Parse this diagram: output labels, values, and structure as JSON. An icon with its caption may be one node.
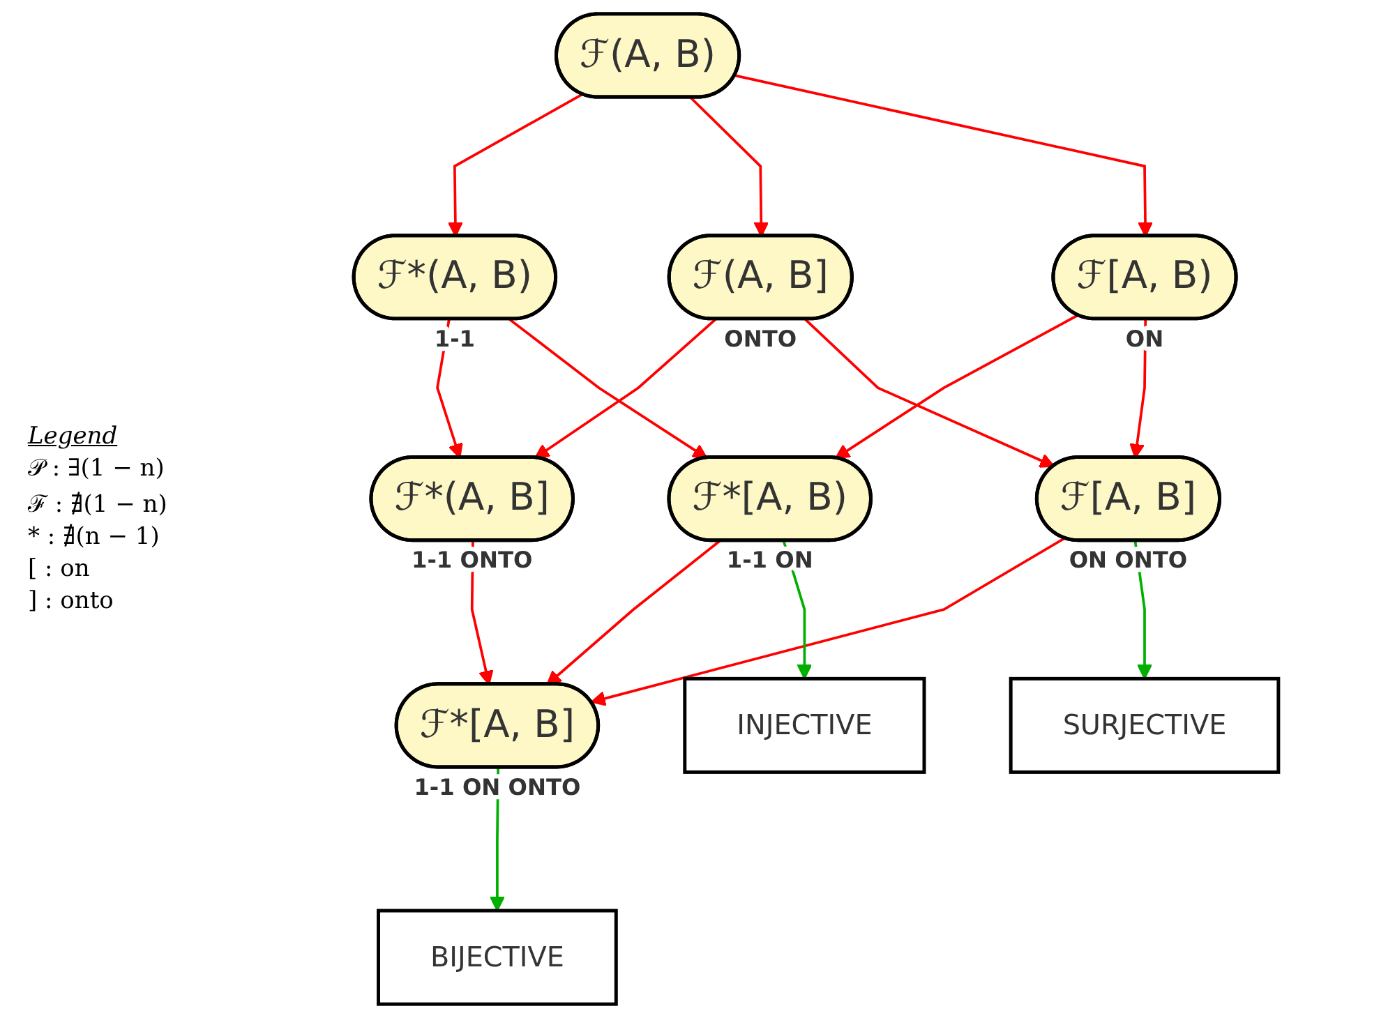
{
  "diagram": {
    "nodes": [
      {
        "text": [
          "ℱ(A, B)"
        ]
      },
      {
        "text": [
          "ℱ*(A, B)"
        ],
        "beside": [
          "1-1"
        ]
      },
      {
        "text": [
          "ℱ(A, B]"
        ],
        "beside": [
          "ONTO"
        ]
      },
      {
        "text": [
          "ℱ[A, B)"
        ],
        "beside": [
          "ON"
        ]
      },
      {
        "text": [
          "ℱ*(A, B]"
        ],
        "beside": [
          "1-1 ONTO"
        ]
      },
      {
        "text": [
          "ℱ*[A, B)"
        ],
        "beside": [
          "1-1 ON"
        ]
      },
      {
        "text": [
          "ℱ[A, B]"
        ],
        "beside": [
          "ON ONTO"
        ]
      },
      {
        "text": [
          "ℱ*[A, B]"
        ],
        "beside": [
          "1-1 ON ONTO"
        ]
      },
      {
        "text": [
          "SURJECTIVE"
        ]
      },
      {
        "text": [
          "INJECTIVE"
        ]
      },
      {
        "text": [
          "BIJECTIVE"
        ]
      }
    ],
    "edges": [
      {
        "from": 0,
        "to": 1,
        "arrow": "to"
      },
      {
        "from": 0,
        "to": 2,
        "arrow": "to"
      },
      {
        "from": 0,
        "to": 3,
        "arrow": "to"
      },
      {
        "from": 1,
        "to": 4,
        "arrow": "to"
      },
      {
        "from": 1,
        "to": 5,
        "arrow": "to"
      },
      {
        "from": 2,
        "to": 4,
        "arrow": "to"
      },
      {
        "from": 2,
        "to": 6,
        "arrow": "to"
      },
      {
        "from": 3,
        "to": 5,
        "arrow": "to"
      },
      {
        "from": 3,
        "to": 6,
        "arrow": "to"
      },
      {
        "from": 4,
        "to": 7,
        "arrow": "to"
      },
      {
        "from": 5,
        "to": 7,
        "arrow": "to"
      },
      {
        "from": 6,
        "to": 7,
        "arrow": "to"
      },
      {
        "from": 6,
        "to": 8,
        "arrow": "to",
        "color": "#00b000"
      },
      {
        "from": 5,
        "to": 9,
        "arrow": "to",
        "color": "#00b000"
      },
      {
        "from": 7,
        "to": 10,
        "arrow": "to",
        "color": "#00b000"
      }
    ],
    "labels": [
      "Legend",
      "𝒫 : ∃(1 − n)",
      "ℱ : ∄(1 − n)",
      "* : ∄(n − 1)",
      "[ : on",
      "] : onto"
    ]
  }
}
